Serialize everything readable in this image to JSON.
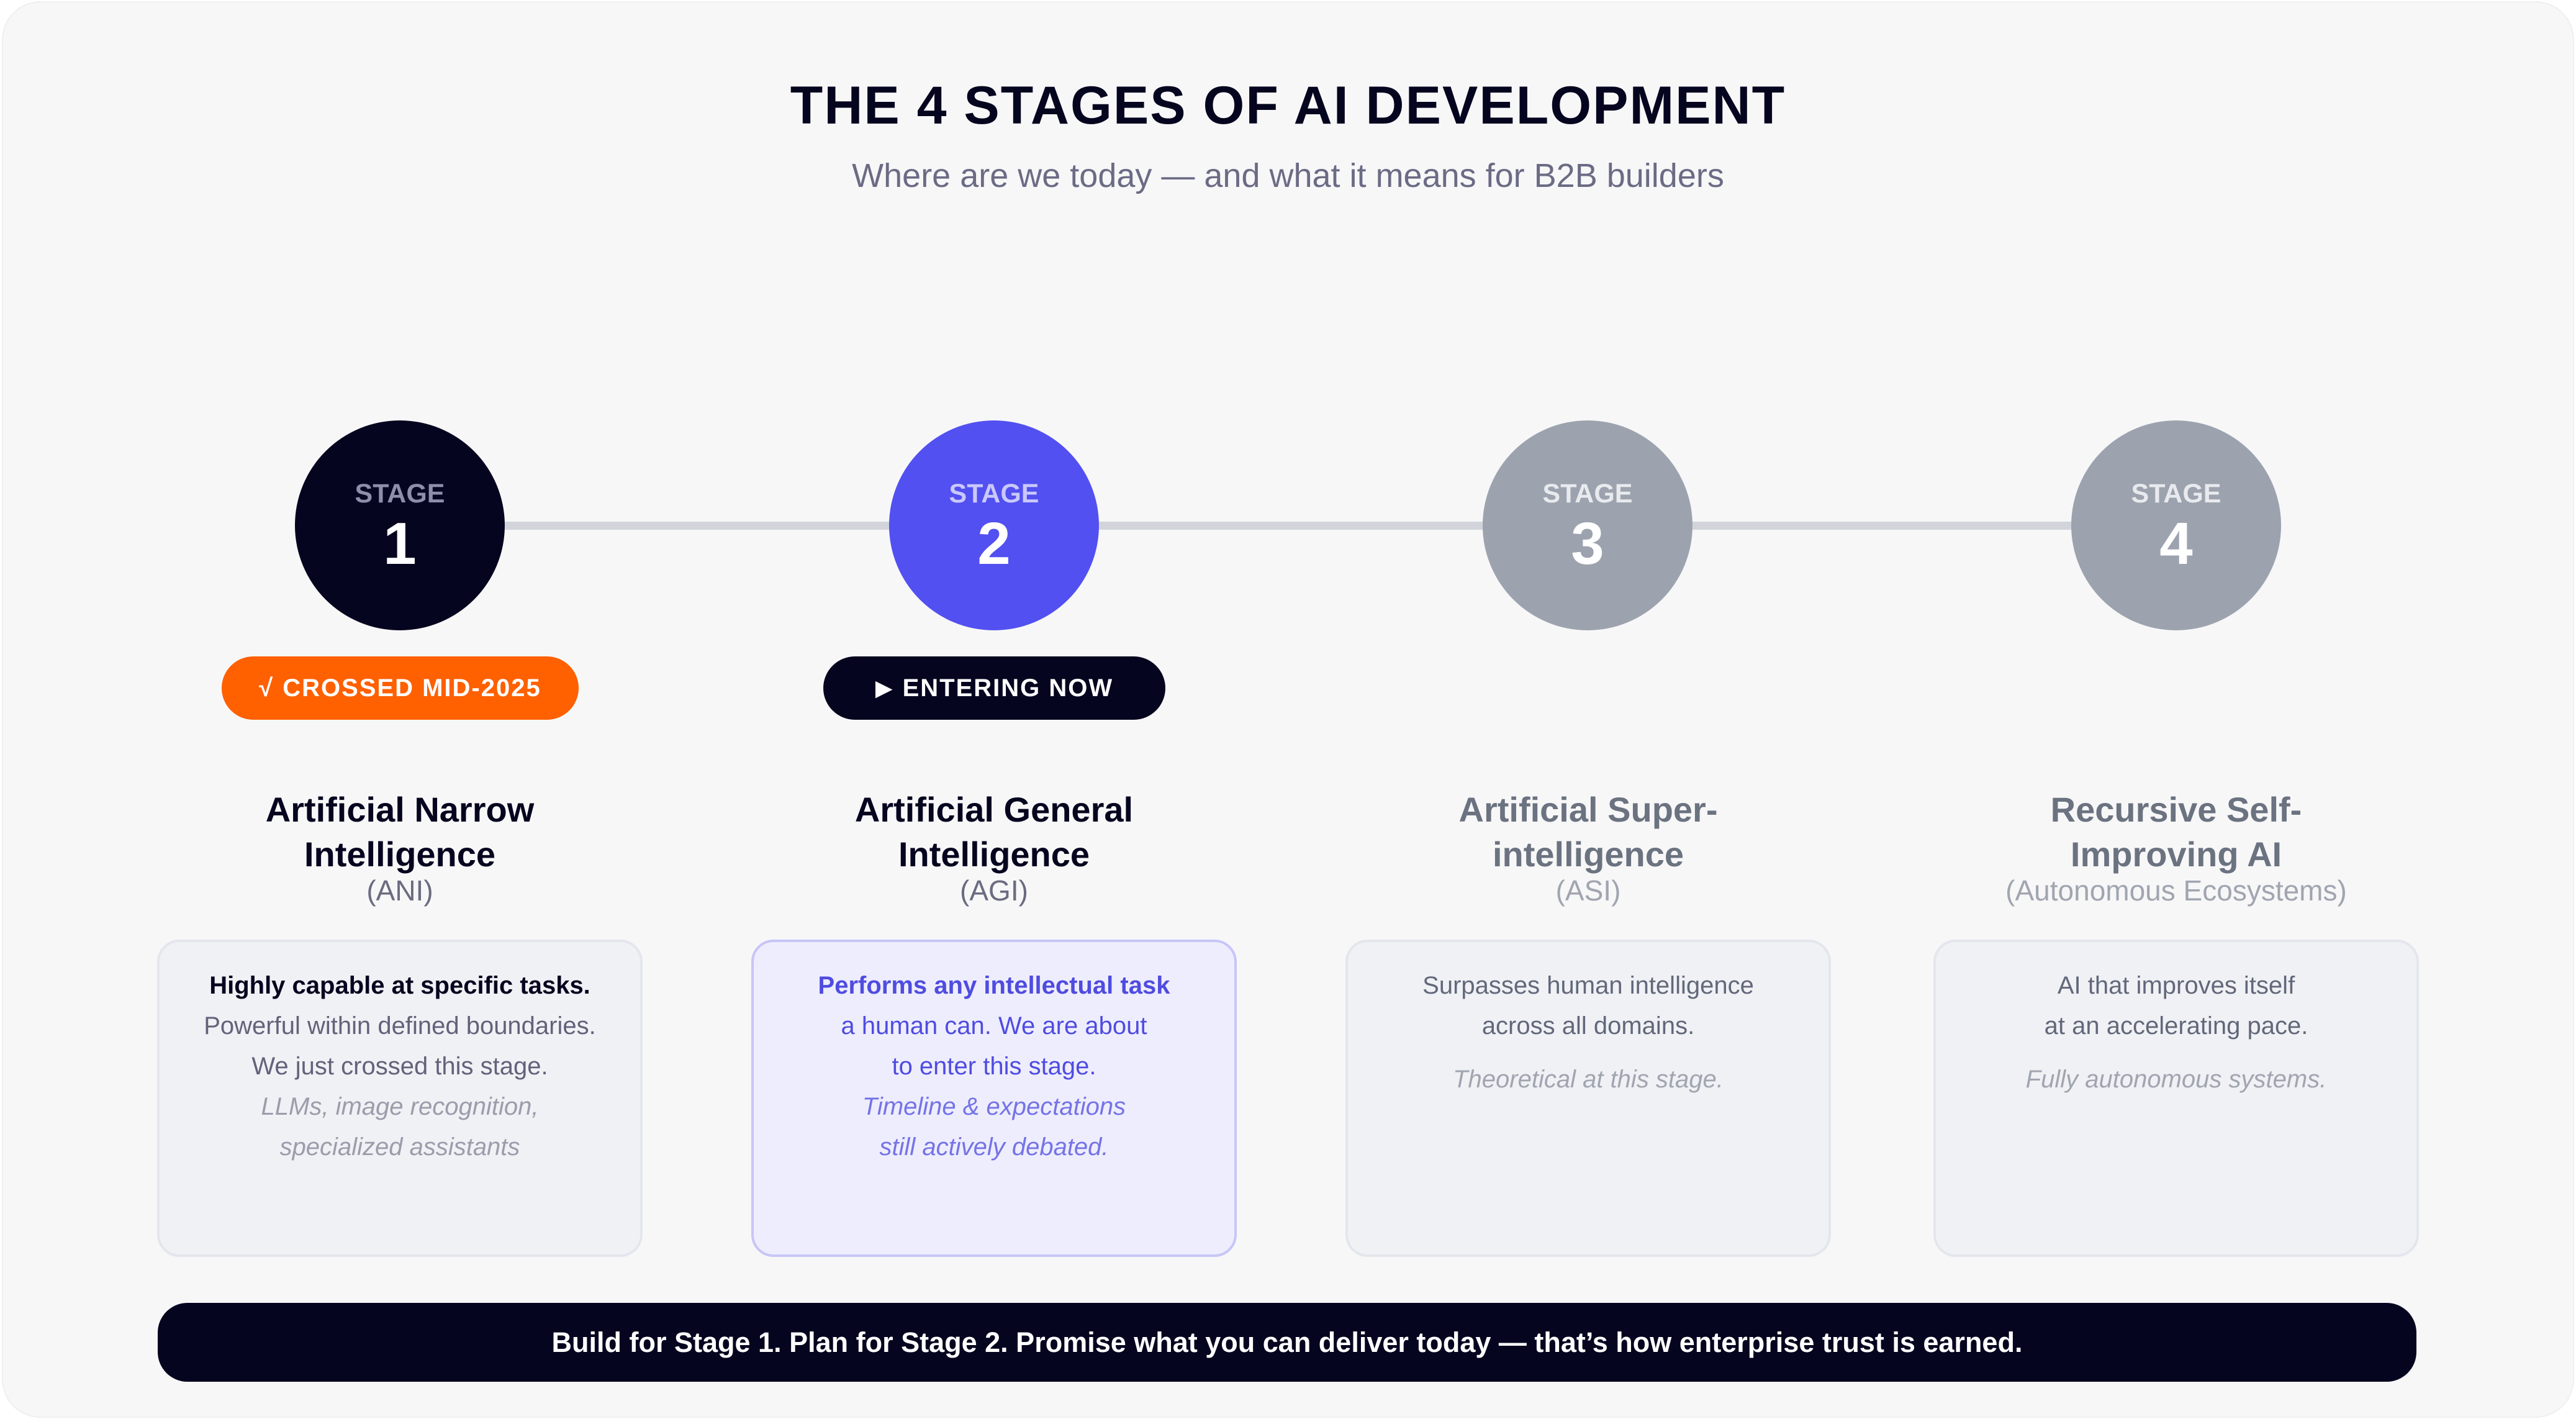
{
  "header": {
    "title": "THE 4 STAGES OF AI DEVELOPMENT",
    "subtitle": "Where are we today — and what it means for B2B builders"
  },
  "colors": {
    "navy": "#05051f",
    "indigo": "#5250f0",
    "gray_circle": "#9ca3af",
    "orange": "#ff6000",
    "track": "#d1d5db"
  },
  "stages": [
    {
      "stage_label": "STAGE",
      "number": "1",
      "badge": {
        "icon": "√",
        "icon_name": "check-icon",
        "label": "CROSSED MID-2025"
      },
      "name_line1": "Artificial Narrow",
      "name_line2": "Intelligence",
      "abbrev": "(ANI)",
      "card": {
        "lines": [
          {
            "text": "Highly capable at specific tasks.",
            "style": "bold"
          },
          {
            "text": "Powerful within defined boundaries.",
            "style": "regular"
          },
          {
            "text": "We just crossed this stage.",
            "style": "regular"
          },
          {
            "text": "LLMs, image recognition,",
            "style": "italic"
          },
          {
            "text": "specialized assistants",
            "style": "italic"
          }
        ]
      }
    },
    {
      "stage_label": "STAGE",
      "number": "2",
      "badge": {
        "icon": "▶",
        "icon_name": "play-icon",
        "label": "ENTERING NOW"
      },
      "name_line1": "Artificial General",
      "name_line2": "Intelligence",
      "abbrev": "(AGI)",
      "card": {
        "lines": [
          {
            "text": "Performs any intellectual task",
            "style": "bold"
          },
          {
            "text": "a human can. We are about",
            "style": "regular"
          },
          {
            "text": "to enter this stage.",
            "style": "regular"
          },
          {
            "text": "Timeline & expectations",
            "style": "italic"
          },
          {
            "text": "still actively debated.",
            "style": "italic"
          }
        ]
      }
    },
    {
      "stage_label": "STAGE",
      "number": "3",
      "name_line1": "Artificial Super-",
      "name_line2": "intelligence",
      "abbrev": "(ASI)",
      "card": {
        "lines": [
          {
            "text": "Surpasses human intelligence",
            "style": "regular"
          },
          {
            "text": "across all domains.",
            "style": "regular"
          },
          {
            "text": "Theoretical at this stage.",
            "style": "italic"
          }
        ]
      }
    },
    {
      "stage_label": "STAGE",
      "number": "4",
      "name_line1": "Recursive Self-",
      "name_line2": "Improving AI",
      "abbrev": "(Autonomous Ecosystems)",
      "card": {
        "lines": [
          {
            "text": "AI that improves itself",
            "style": "regular"
          },
          {
            "text": "at an accelerating pace.",
            "style": "regular"
          },
          {
            "text": "Fully autonomous systems.",
            "style": "italic"
          }
        ]
      }
    }
  ],
  "footer": {
    "banner": "Build for Stage 1. Plan for Stage 2. Promise what you can deliver today — that’s how enterprise trust is earned."
  }
}
